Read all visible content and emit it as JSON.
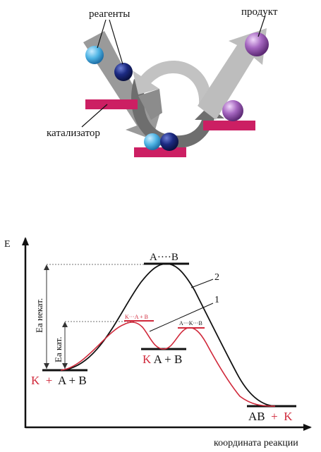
{
  "cycle": {
    "reagents_label": "реагенты",
    "product_label": "продукт",
    "catalyst_label": "катализатор"
  },
  "energy": {
    "y_axis_label": "E",
    "x_axis_label": "координата реакции",
    "ea_uncat_label": "Ea некат.",
    "ea_cat_label": "Ea кат.",
    "ts_uncat_label": "A····B",
    "curve_uncat_number": "2",
    "curve_cat_number": "1",
    "ts_cat1_label": "K···A + B",
    "ts_cat2_label": "A···K···B",
    "intermediate": {
      "cat": "K",
      "rest": "A + B"
    },
    "start": {
      "cat": "K",
      "plus": " + ",
      "rest": "A + B"
    },
    "end": {
      "rest": "AB",
      "plus": " + ",
      "cat": "K"
    },
    "colors": {
      "catalyst_red": "#d0283a",
      "catalyst_pink": "#cc1f63",
      "reagent_light": "#52b8e6",
      "reagent_dark": "#1a2778",
      "product_purple": "#9b5bb4"
    }
  }
}
